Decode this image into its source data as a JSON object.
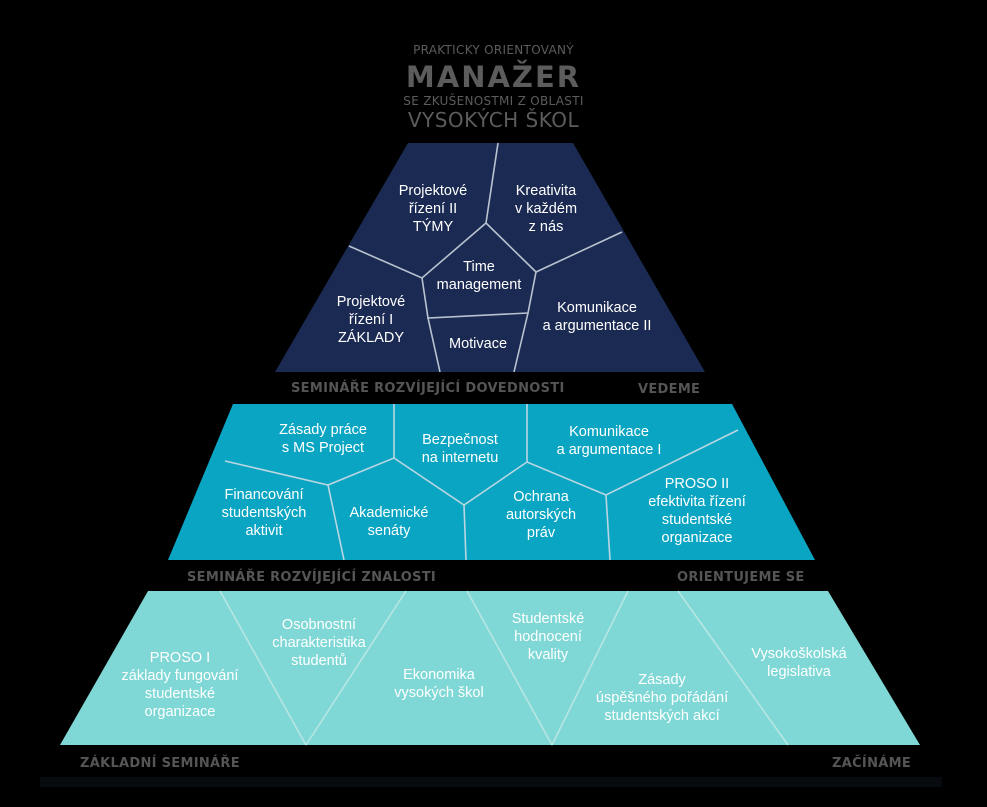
{
  "header": {
    "line1": "PRAKTICKY ORIENTOVANÝ",
    "line2": "MANAŽER",
    "line3": "SE ZKUŠENOSTMI Z OBLASTI",
    "line4": "VYSOKÝCH ŠKOL"
  },
  "colors": {
    "top_tier": "#1b2a52",
    "middle_tier": "#0aa5c2",
    "bottom_tier": "#7fd8d6",
    "divider": "#c8d2dc",
    "labels": "#555555"
  },
  "tiers": {
    "top": {
      "left_label": "SEMINÁŘE ROZVÍJEJÍCÍ DOVEDNOSTI",
      "right_label": "VEDEME",
      "cells": [
        {
          "id": "projektove-rizeni-ii",
          "text": "Projektové\nřízení II\nTÝMY"
        },
        {
          "id": "kreativita",
          "text": "Kreativita\nv každém\nz nás"
        },
        {
          "id": "time-management",
          "text": "Time\nmanagement"
        },
        {
          "id": "projektove-rizeni-i",
          "text": "Projektové\nřízení I\nZÁKLADY"
        },
        {
          "id": "komunikace-ii",
          "text": "Komunikace\na argumentace II"
        },
        {
          "id": "motivace",
          "text": "Motivace"
        }
      ]
    },
    "middle": {
      "left_label": "SEMINÁŘE ROZVÍJEJÍCÍ ZNALOSTI",
      "right_label": "ORIENTUJEME SE",
      "cells": [
        {
          "id": "ms-project",
          "text": "Zásady práce\ns MS Project"
        },
        {
          "id": "bezpecnost",
          "text": "Bezpečnost\nna internetu"
        },
        {
          "id": "komunikace-i",
          "text": "Komunikace\na argumentace I"
        },
        {
          "id": "financovani",
          "text": "Financování\nstudentských\naktivit"
        },
        {
          "id": "akademicke-senaty",
          "text": "Akademické\nsenáty"
        },
        {
          "id": "ochrana",
          "text": "Ochrana\nautorských\npráv"
        },
        {
          "id": "proso-ii",
          "text": "PROSO II\nefektivita řízení\nstudentské\norganizace"
        }
      ]
    },
    "bottom": {
      "left_label": "ZÁKLADNÍ SEMINÁŘE",
      "right_label": "ZAČÍNÁME",
      "cells": [
        {
          "id": "proso-i",
          "text": "PROSO I\nzáklady fungování\nstudentské\norganizace"
        },
        {
          "id": "osobnostni",
          "text": "Osobnostní\ncharakteristika\nstudentů"
        },
        {
          "id": "ekonomika",
          "text": "Ekonomika\nvysokých škol"
        },
        {
          "id": "hodnoceni",
          "text": "Studentské\nhodnocení\nkvality"
        },
        {
          "id": "zasady-akci",
          "text": "Zásady\núspěšného pořádání\nstudentských akcí"
        },
        {
          "id": "legislativa",
          "text": "Vysokoškolská\nlegislativa"
        }
      ]
    }
  }
}
